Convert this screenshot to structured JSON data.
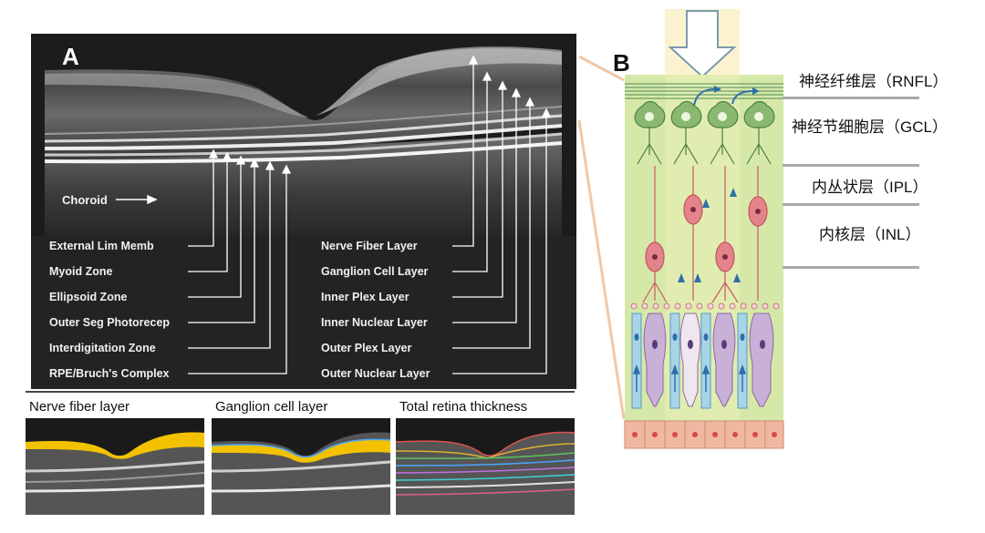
{
  "panel_a": {
    "letter": "A",
    "choroid_label": "Choroid",
    "left_labels": [
      "External Lim Memb",
      "Myoid Zone",
      "Ellipsoid Zone",
      "Outer Seg Photorecep",
      "Interdigitation Zone",
      "RPE/Bruch's Complex"
    ],
    "right_labels": [
      "Nerve Fiber Layer",
      "Ganglion Cell Layer",
      "Inner Plex Layer",
      "Inner Nuclear Layer",
      "Outer Plex Layer",
      "Outer Nuclear Layer"
    ]
  },
  "thumbnails": [
    {
      "title": "Nerve fiber layer"
    },
    {
      "title": "Ganglion cell layer"
    },
    {
      "title": "Total retina thickness"
    }
  ],
  "panel_b": {
    "letter": "B",
    "layers": [
      "神经纤维层（RNFL）",
      "神经节细胞层（GCL）",
      "内丛状层（IPL）",
      "内核层（INL）"
    ]
  },
  "colors": {
    "highlight_yellow": "#f2c200",
    "retina_green": "#d4e6a4",
    "ganglion_green": "#8ab870",
    "bipolar_red": "#e2848a",
    "rod_blue": "#a8d4e8",
    "cone_purple": "#c9b0d6",
    "rpe_pink": "#f0b8a0",
    "arrow_blue": "#2f6fa8"
  }
}
